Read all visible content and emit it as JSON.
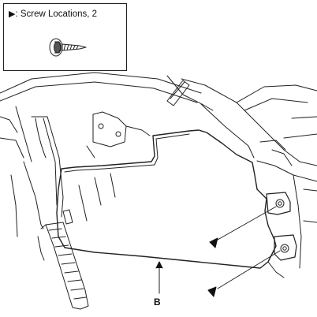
{
  "legend": {
    "marker_symbol": "▶",
    "text": ": Screw Locations, 2",
    "icon": "screw-icon"
  },
  "callout": {
    "label": "B"
  },
  "markers": {
    "count": 2,
    "icon": "triangle-arrow-icon"
  },
  "colors": {
    "line": "#222222",
    "background": "#ffffff"
  }
}
